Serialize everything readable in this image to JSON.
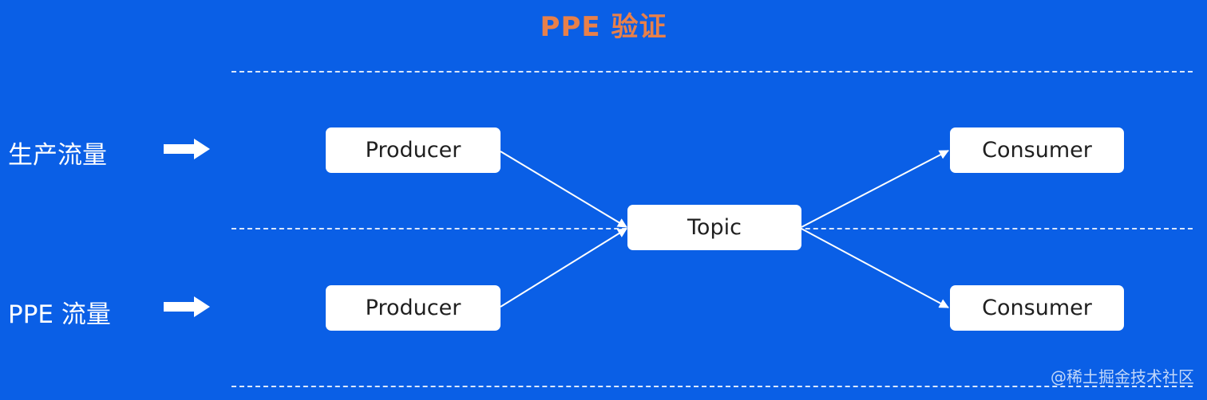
{
  "title": "PPE 验证",
  "colors": {
    "background": "#0a5fe6",
    "title": "#e8804a",
    "node_fill": "#ffffff",
    "node_text": "#1f1f1f",
    "line": "#ffffff"
  },
  "rows": [
    {
      "label": "生产流量",
      "arrow_icon": "right-arrow-icon"
    },
    {
      "label": "PPE 流量",
      "arrow_icon": "right-arrow-icon"
    }
  ],
  "nodes": {
    "producer_top": "Producer",
    "producer_bottom": "Producer",
    "topic": "Topic",
    "consumer_top": "Consumer",
    "consumer_bottom": "Consumer"
  },
  "watermark": "@稀土掘金技术社区"
}
